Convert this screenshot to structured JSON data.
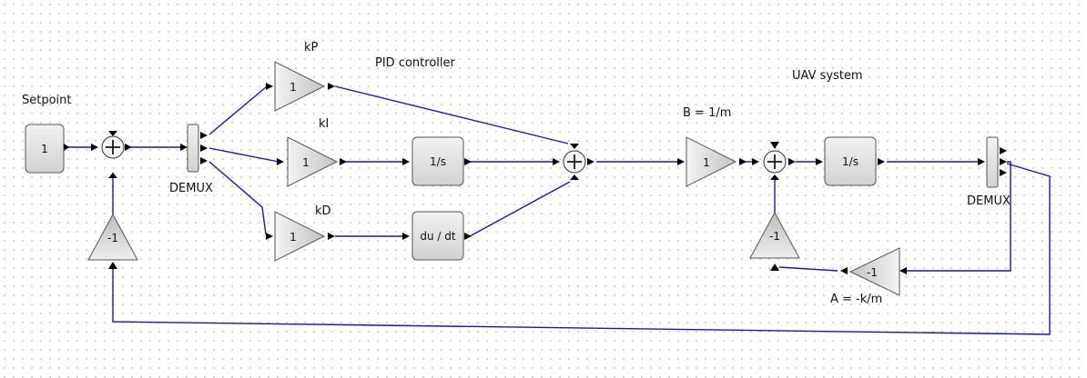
{
  "labels": {
    "setpoint": "Setpoint",
    "kp": "kP",
    "ki": "kI",
    "kd": "kD",
    "pid_controller": "PID controller",
    "uav_system": "UAV system",
    "b_eq": "B = 1/m",
    "a_eq": "A = -k/m",
    "demux1": "DEMUX",
    "demux2": "DEMUX"
  },
  "blocks": {
    "setpoint_const": "1",
    "neg_gain_left": "-1",
    "kp_gain": "1",
    "ki_gain": "1",
    "kd_gain": "1",
    "integrator_pid": "1/s",
    "derivative": "du / dt",
    "b_gain": "1",
    "integrator_uav": "1/s",
    "neg_gain_mid": "-1",
    "a_gain": "-1"
  },
  "colors": {
    "wire": "#1414d2",
    "block_fill_light": "#f0f0f0",
    "block_fill_dark": "#cfcfcf"
  }
}
